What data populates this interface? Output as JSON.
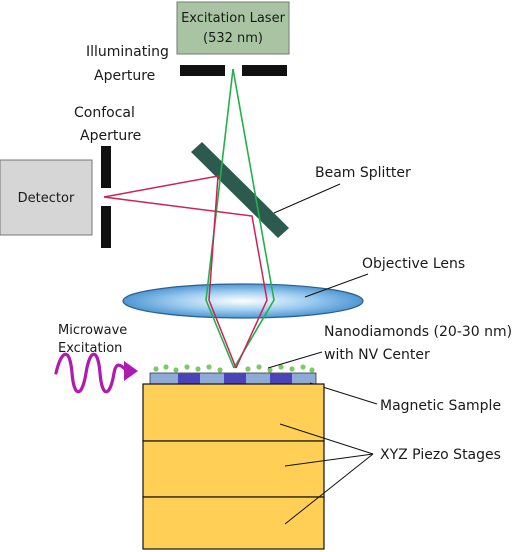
{
  "labels": {
    "laser_line1": "Excitation Laser",
    "laser_line2": "(532 nm)",
    "illum_line1": "Illuminating",
    "illum_line2": "Aperture",
    "confocal_line1": "Confocal",
    "confocal_line2": "Aperture",
    "detector": "Detector",
    "beam_splitter": "Beam Splitter",
    "objective_lens": "Objective Lens",
    "microwave_line1": "Microwave",
    "microwave_line2": "Excitation",
    "nanodiamonds_line1": "Nanodiamonds (20-30 nm)",
    "nanodiamonds_line2": "with NV Center",
    "magnetic_sample": "Magnetic Sample",
    "piezo_stages": "XYZ Piezo Stages"
  },
  "colors": {
    "laser_box": "#a8c4a2",
    "detector_box": "#d6d6d6",
    "aperture": "#111111",
    "splitter": "#2d5a4e",
    "excitation_beam": "#22b14c",
    "emission_beam": "#cc2255",
    "lens": "#5aa0d8",
    "microwave": "#b01ab0",
    "sample_base": "#8eaad6",
    "sample_domain": "#4b44b8",
    "nanodiamond": "#7cc96a",
    "stage": "#ffd055"
  }
}
